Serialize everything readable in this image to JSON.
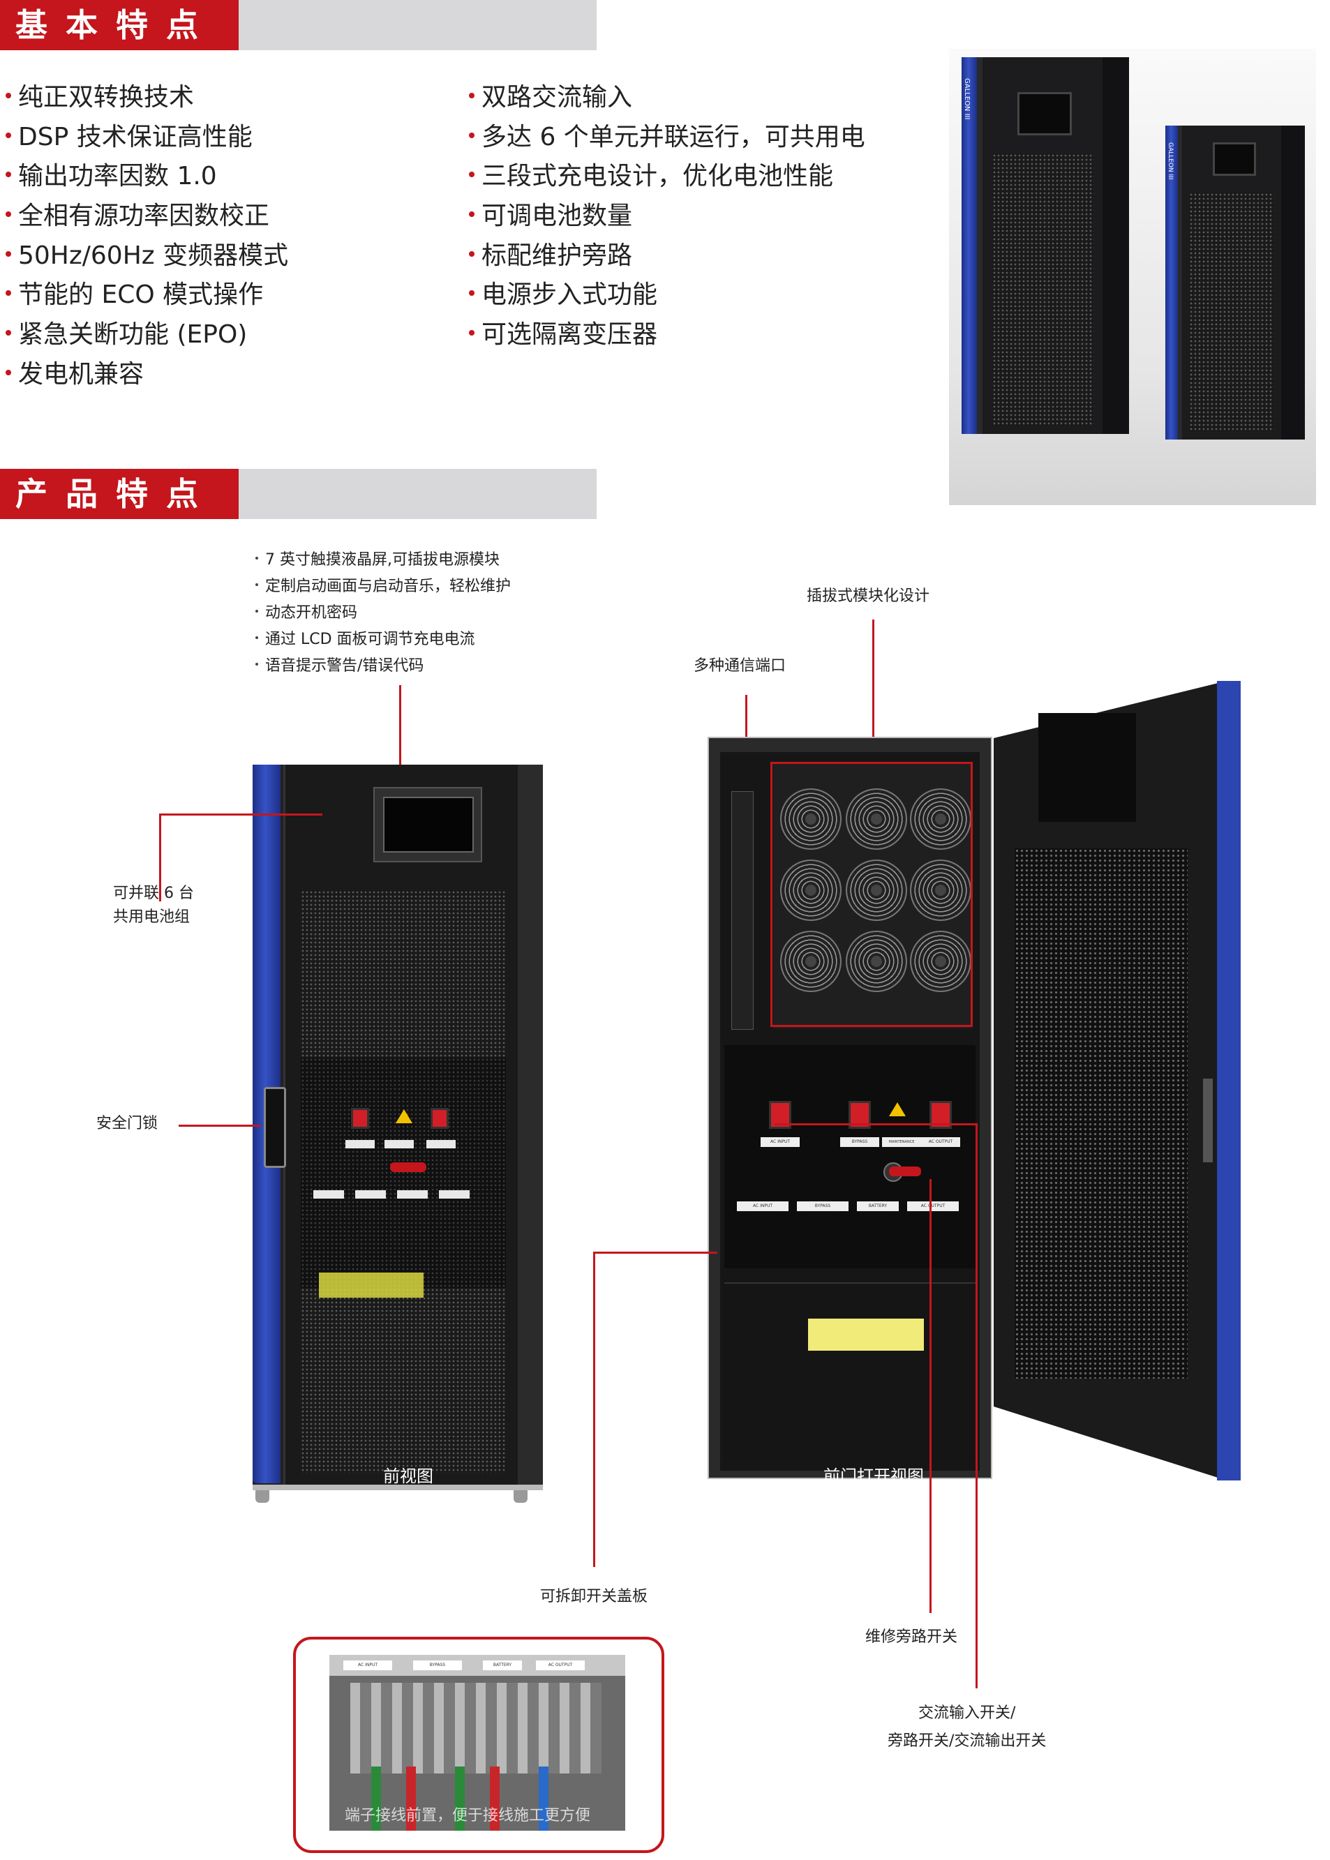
{
  "section1": {
    "title": "基本特点"
  },
  "features_left": [
    "纯正双转换技术",
    "DSP 技术保证高性能",
    "输出功率因数 1.0",
    "全相有源功率因数校正",
    "50Hz/60Hz 变频器模式",
    "节能的 ECO 模式操作",
    "紧急关断功能 (EPO)",
    "发电机兼容"
  ],
  "features_right": [
    "双路交流输入",
    "多达 6 个单元并联运行，可共用电",
    "三段式充电设计，优化电池性能",
    "可调电池数量",
    "标配维护旁路",
    "电源步入式功能",
    "可选隔离变压器"
  ],
  "section2": {
    "title": "产品特点"
  },
  "product_brand": "GALLEON III",
  "lcd_callouts": [
    "7  英寸触摸液晶屏,可插拔电源模块",
    "定制启动画面与启动音乐，轻松维护",
    "动态开机密码",
    "通过 LCD 面板可调节充电电流",
    "语音提示警告/错误代码"
  ],
  "callouts": {
    "parallel_line1": "可并联 6 台",
    "parallel_line2": "共用电池组",
    "door_lock": "安全门锁",
    "modular": "插拔式模块化设计",
    "comm_ports": "多种通信端口",
    "switch_cover": "可拆卸开关盖板",
    "maint_bypass": "维修旁路开关",
    "ac_switch_line1": "交流输入开关/",
    "ac_switch_line2": "旁路开关/交流输出开关"
  },
  "captions": {
    "front_view": "前视图",
    "door_open_view": "前门打开视图",
    "wiring": "端子接线前置，便于接线施工更方便"
  },
  "switch_labels": [
    "AC INPUT",
    "BYPASS",
    "MAINTENANCE BYPASS",
    "AC OUTPUT"
  ],
  "terminal_labels": [
    "AC INPUT",
    "BYPASS",
    "BATTERY",
    "AC OUTPUT"
  ],
  "colors": {
    "accent": "#c4161c",
    "header_gray": "#d8d8da",
    "door_blue": "#2c45b0"
  }
}
